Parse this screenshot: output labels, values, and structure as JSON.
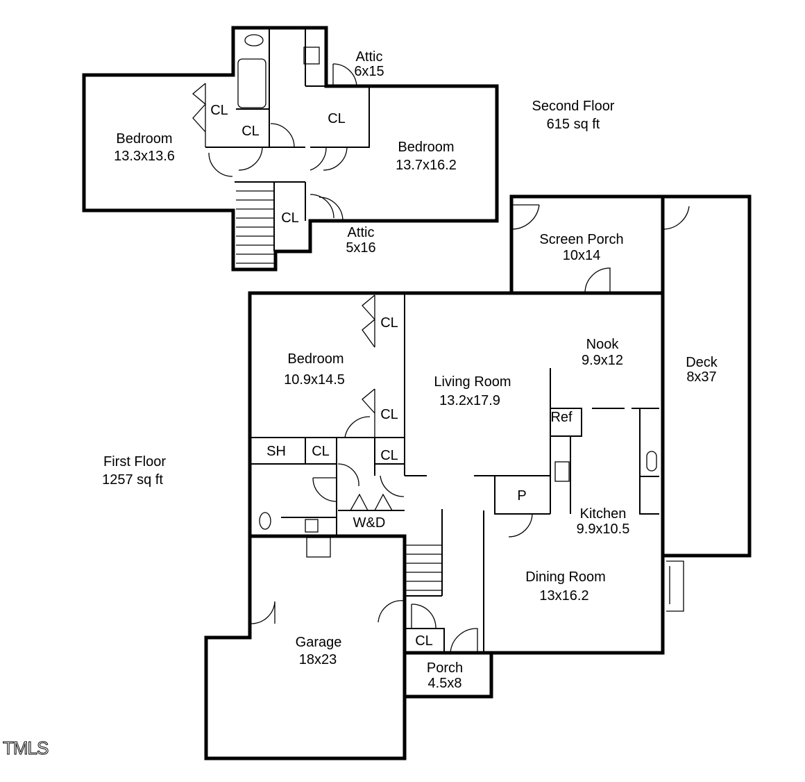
{
  "second_floor": {
    "title": "Second Floor",
    "area": "615 sq ft",
    "rooms": [
      {
        "name": "Bedroom",
        "size": "13.3x13.6"
      },
      {
        "name": "Bedroom",
        "size": "13.7x16.2"
      },
      {
        "name": "Attic",
        "size": "6x15"
      },
      {
        "name": "Attic",
        "size": "5x16"
      }
    ],
    "closets": [
      "CL",
      "CL",
      "CL",
      "CL"
    ]
  },
  "first_floor": {
    "title": "First Floor",
    "area": "1257 sq ft",
    "rooms": [
      {
        "name": "Screen Porch",
        "size": "10x14"
      },
      {
        "name": "Bedroom",
        "size": "10.9x14.5"
      },
      {
        "name": "Nook",
        "size": "9.9x12"
      },
      {
        "name": "Living Room",
        "size": "13.2x17.9"
      },
      {
        "name": "Deck",
        "size": "8x37"
      },
      {
        "name": "Kitchen",
        "size": "9.9x10.5"
      },
      {
        "name": "Dining Room",
        "size": "13x16.2"
      },
      {
        "name": "Garage",
        "size": "18x23"
      },
      {
        "name": "Porch",
        "size": "4.5x8"
      }
    ],
    "small_labels": {
      "cl": "CL",
      "sh": "SH",
      "wd": "W&D",
      "ref": "Ref",
      "pantry": "P"
    }
  },
  "logo": "TMLS"
}
